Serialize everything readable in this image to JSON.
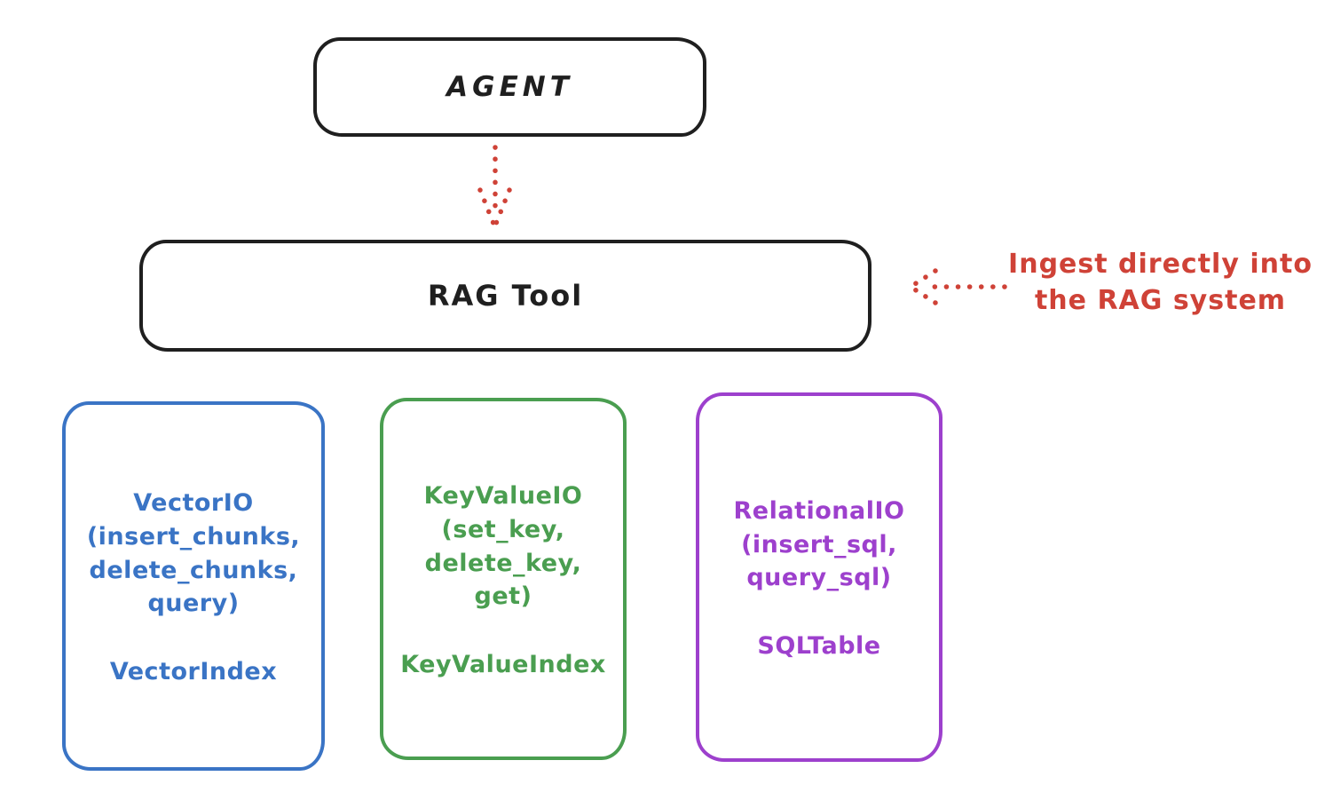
{
  "diagram": {
    "agent": {
      "label": "AGENT"
    },
    "rag_tool": {
      "label": "RAG Tool"
    },
    "annotation": {
      "text": "Ingest directly into\nthe RAG system"
    },
    "backends": [
      {
        "id": "vector-io",
        "api": "VectorIO\n(insert_chunks,\ndelete_chunks,\nquery)",
        "index": "VectorIndex",
        "color": "#3a74c5"
      },
      {
        "id": "keyvalue-io",
        "api": "KeyValueIO\n(set_key,\ndelete_key, get)",
        "index": "KeyValueIndex",
        "color": "#4a9e50"
      },
      {
        "id": "relational-io",
        "api": "RelationalIO\n(insert_sql,\nquery_sql)",
        "index": "SQLTable",
        "color": "#9d40cd"
      }
    ],
    "colors": {
      "ink": "#1f1f1f",
      "accent_red": "#cf4237",
      "background": "#ffffff"
    }
  }
}
